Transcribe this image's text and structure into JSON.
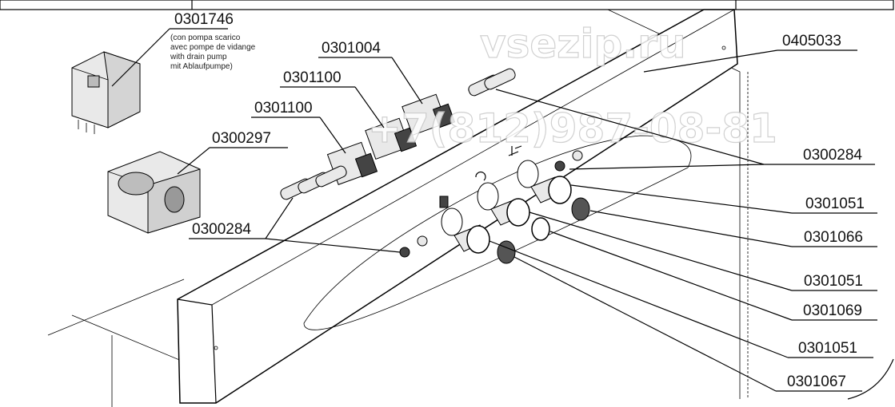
{
  "watermark": {
    "site": "vsezip.ru",
    "phone": "+7(812)987-08-81"
  },
  "callouts": {
    "timer_relay": "0301746",
    "timer_relay_note": [
      "(con pompa scarico",
      "avec pompe de vidange",
      "with drain pump",
      "mit Ablaufpumpe)"
    ],
    "switch_top": "0301004",
    "switch_mid": "0301100",
    "switch_low": "0301100",
    "programmer": "0300297",
    "lamps_left": "0300284",
    "panel": "0405033",
    "lamps_right": "0300284",
    "right_labels": [
      "0301051",
      "0301066",
      "0301051",
      "0301069",
      "0301051",
      "0301067"
    ]
  }
}
